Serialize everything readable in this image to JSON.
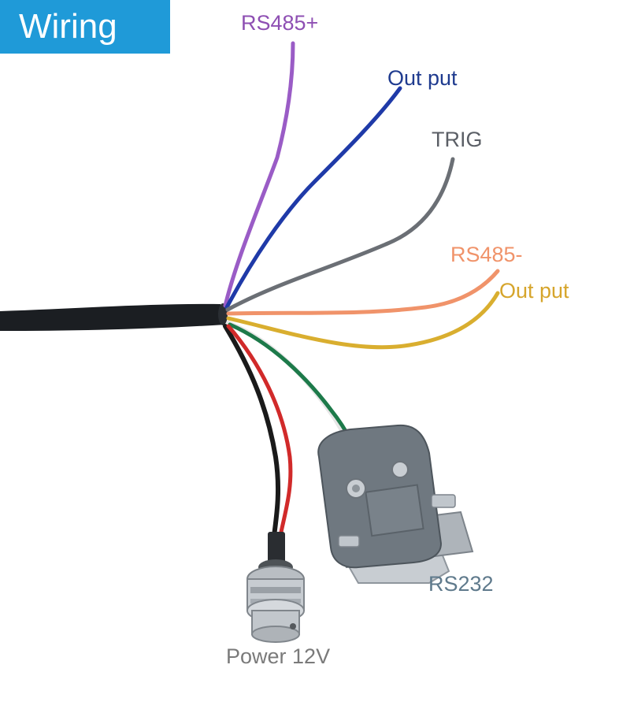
{
  "title": "Wiring",
  "colors": {
    "badge": "#1f9ad8",
    "rs485_plus": "#8e4fb3",
    "output_blue": "#1f3b8f",
    "trig": "#5b5f66",
    "rs485_minus": "#f0936a",
    "output_yellow": "#d6a52c",
    "rs232": "#5f7a8c",
    "power": "#7a7a7a"
  },
  "wires": {
    "rs485_plus": "RS485+",
    "output_blue": "Out put",
    "trig": "TRIG",
    "rs485_minus": "RS485-",
    "output_yellow": "Out put"
  },
  "connectors": {
    "rs232": "RS232",
    "power": "Power 12V"
  }
}
